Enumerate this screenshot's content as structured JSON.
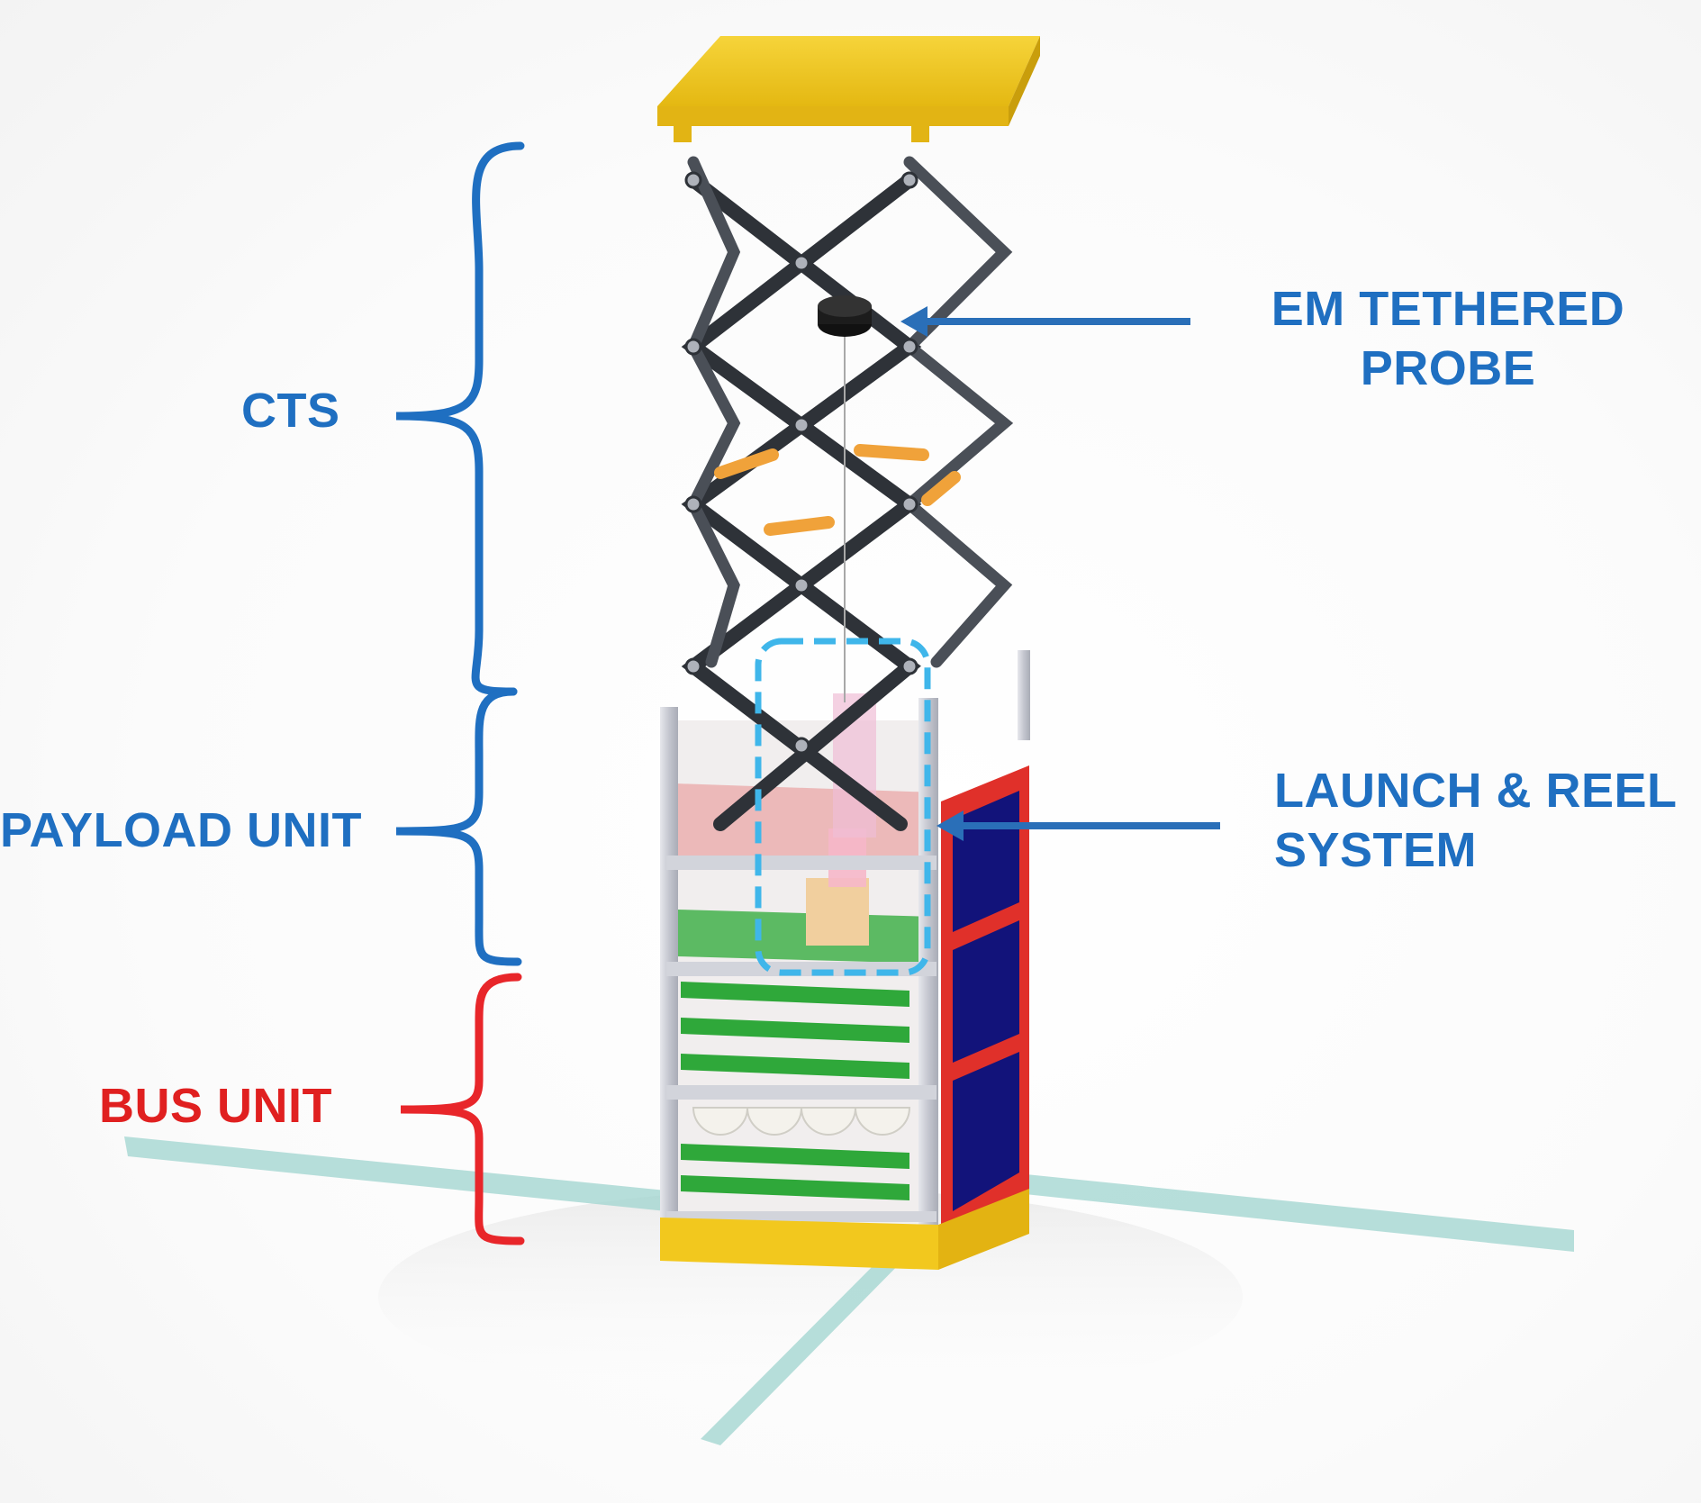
{
  "labels": {
    "cts": "CTS",
    "payload_unit": "PAYLOAD UNIT",
    "bus_unit": "BUS UNIT",
    "em_probe_line1": "EM TETHERED",
    "em_probe_line2": "PROBE",
    "launch_reel_line1": "LAUNCH & REEL",
    "launch_reel_line2": "SYSTEM"
  },
  "colors": {
    "label_blue": "#1f6fc1",
    "label_red": "#e02020",
    "brace_blue": "#1f6fc1",
    "brace_red": "#e8262a",
    "arrow_blue": "#2a6fb8",
    "highlight_box": "#3fb6ea",
    "top_plate": "#f2c81e",
    "scissor_link": "#2e3238",
    "frame_rail": "#c9cbd2",
    "solar_panel": "#12137a",
    "panel_border": "#e0302a",
    "pcb_green": "#2fa83a",
    "antenna": "#9fd4cf"
  }
}
